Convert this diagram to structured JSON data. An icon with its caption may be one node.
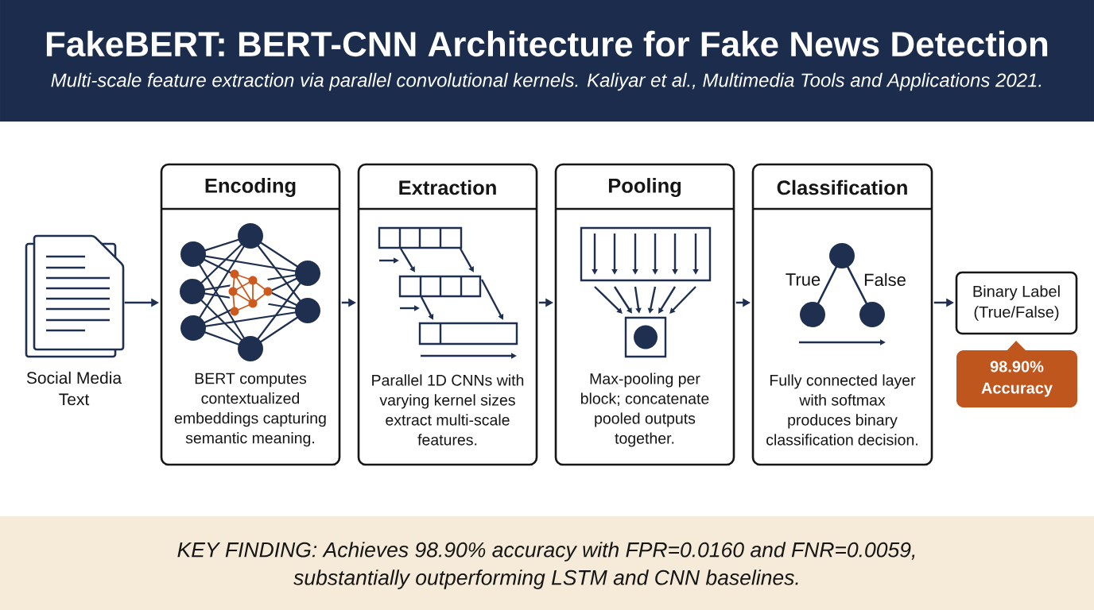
{
  "diagram": {
    "title": "FakeBERT: BERT-CNN Architecture for Fake News Detection",
    "caption": "KEY FINDING: Achieves 98.90% accuracy with FPR=0.0160 and FNR=0.0059, substantially outperforming LSTM and CNN baselines.",
    "nodes": [
      {
        "text": [],
        "shape": "picture",
        "beside": [
          "Social Media Text"
        ]
      },
      {
        "text": [
          "Encoding",
          "BERT computes contextualized embeddings capturing semantic meaning."
        ]
      },
      {
        "text": [
          "Extraction",
          "Parallel 1D CNNs with varying kernel sizes extract multi-scale features."
        ]
      },
      {
        "text": [
          "Pooling",
          "Max-pooling per block; concatenate pooled outputs together."
        ]
      },
      {
        "text": [
          "Classification",
          "Fully connected layer with softmax produces binary classification decision."
        ]
      },
      {
        "text": [
          "Binary Label (True/False)"
        ]
      },
      {
        "text": [
          "98.90% Accuracy"
        ]
      }
    ],
    "edges": [
      {
        "from": 0,
        "to": 1,
        "arrow": "to"
      },
      {
        "from": 1,
        "to": 2,
        "arrow": "to"
      },
      {
        "from": 2,
        "to": 3,
        "arrow": "to"
      },
      {
        "from": 3,
        "to": 4,
        "arrow": "to"
      },
      {
        "from": 4,
        "to": 5,
        "arrow": "to"
      }
    ],
    "labels": [
      "Multi-scale feature extraction via parallel convolutional kernels. Kaliyar et al., Multimedia Tools and Applications 2021.",
      "True",
      "False"
    ]
  }
}
